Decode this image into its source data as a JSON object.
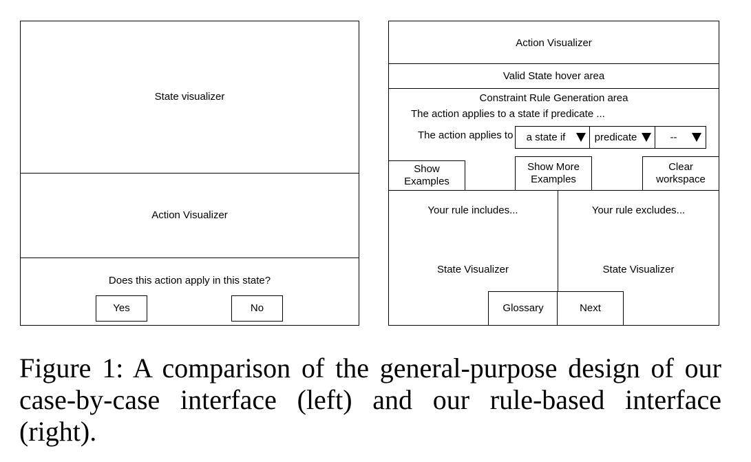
{
  "left_panel": {
    "state_visualizer": "State visualizer",
    "action_visualizer": "Action Visualizer",
    "question": "Does this action apply in this state?",
    "yes_label": "Yes",
    "no_label": "No"
  },
  "right_panel": {
    "action_visualizer": "Action Visualizer",
    "valid_state_hover": "Valid State hover area",
    "constraint_title": "Constraint Rule Generation area",
    "constraint_sentence": "The action applies to a state if predicate ...",
    "rule_prefix": "The action applies to",
    "dropdowns": [
      "a state if",
      "predicate",
      "--"
    ],
    "show_examples_label": "Show Examples",
    "show_more_examples_label": "Show More Examples",
    "clear_workspace_label": "Clear workspace",
    "includes_title": "Your rule includes...",
    "excludes_title": "Your rule excludes...",
    "includes_visualizer": "State Visualizer",
    "excludes_visualizer": "State Visualizer",
    "glossary_label": "Glossary",
    "next_label": "Next"
  },
  "caption": "Figure 1: A comparison of the general-purpose design of our case-by-case interface (left) and our rule-based interface (right)."
}
